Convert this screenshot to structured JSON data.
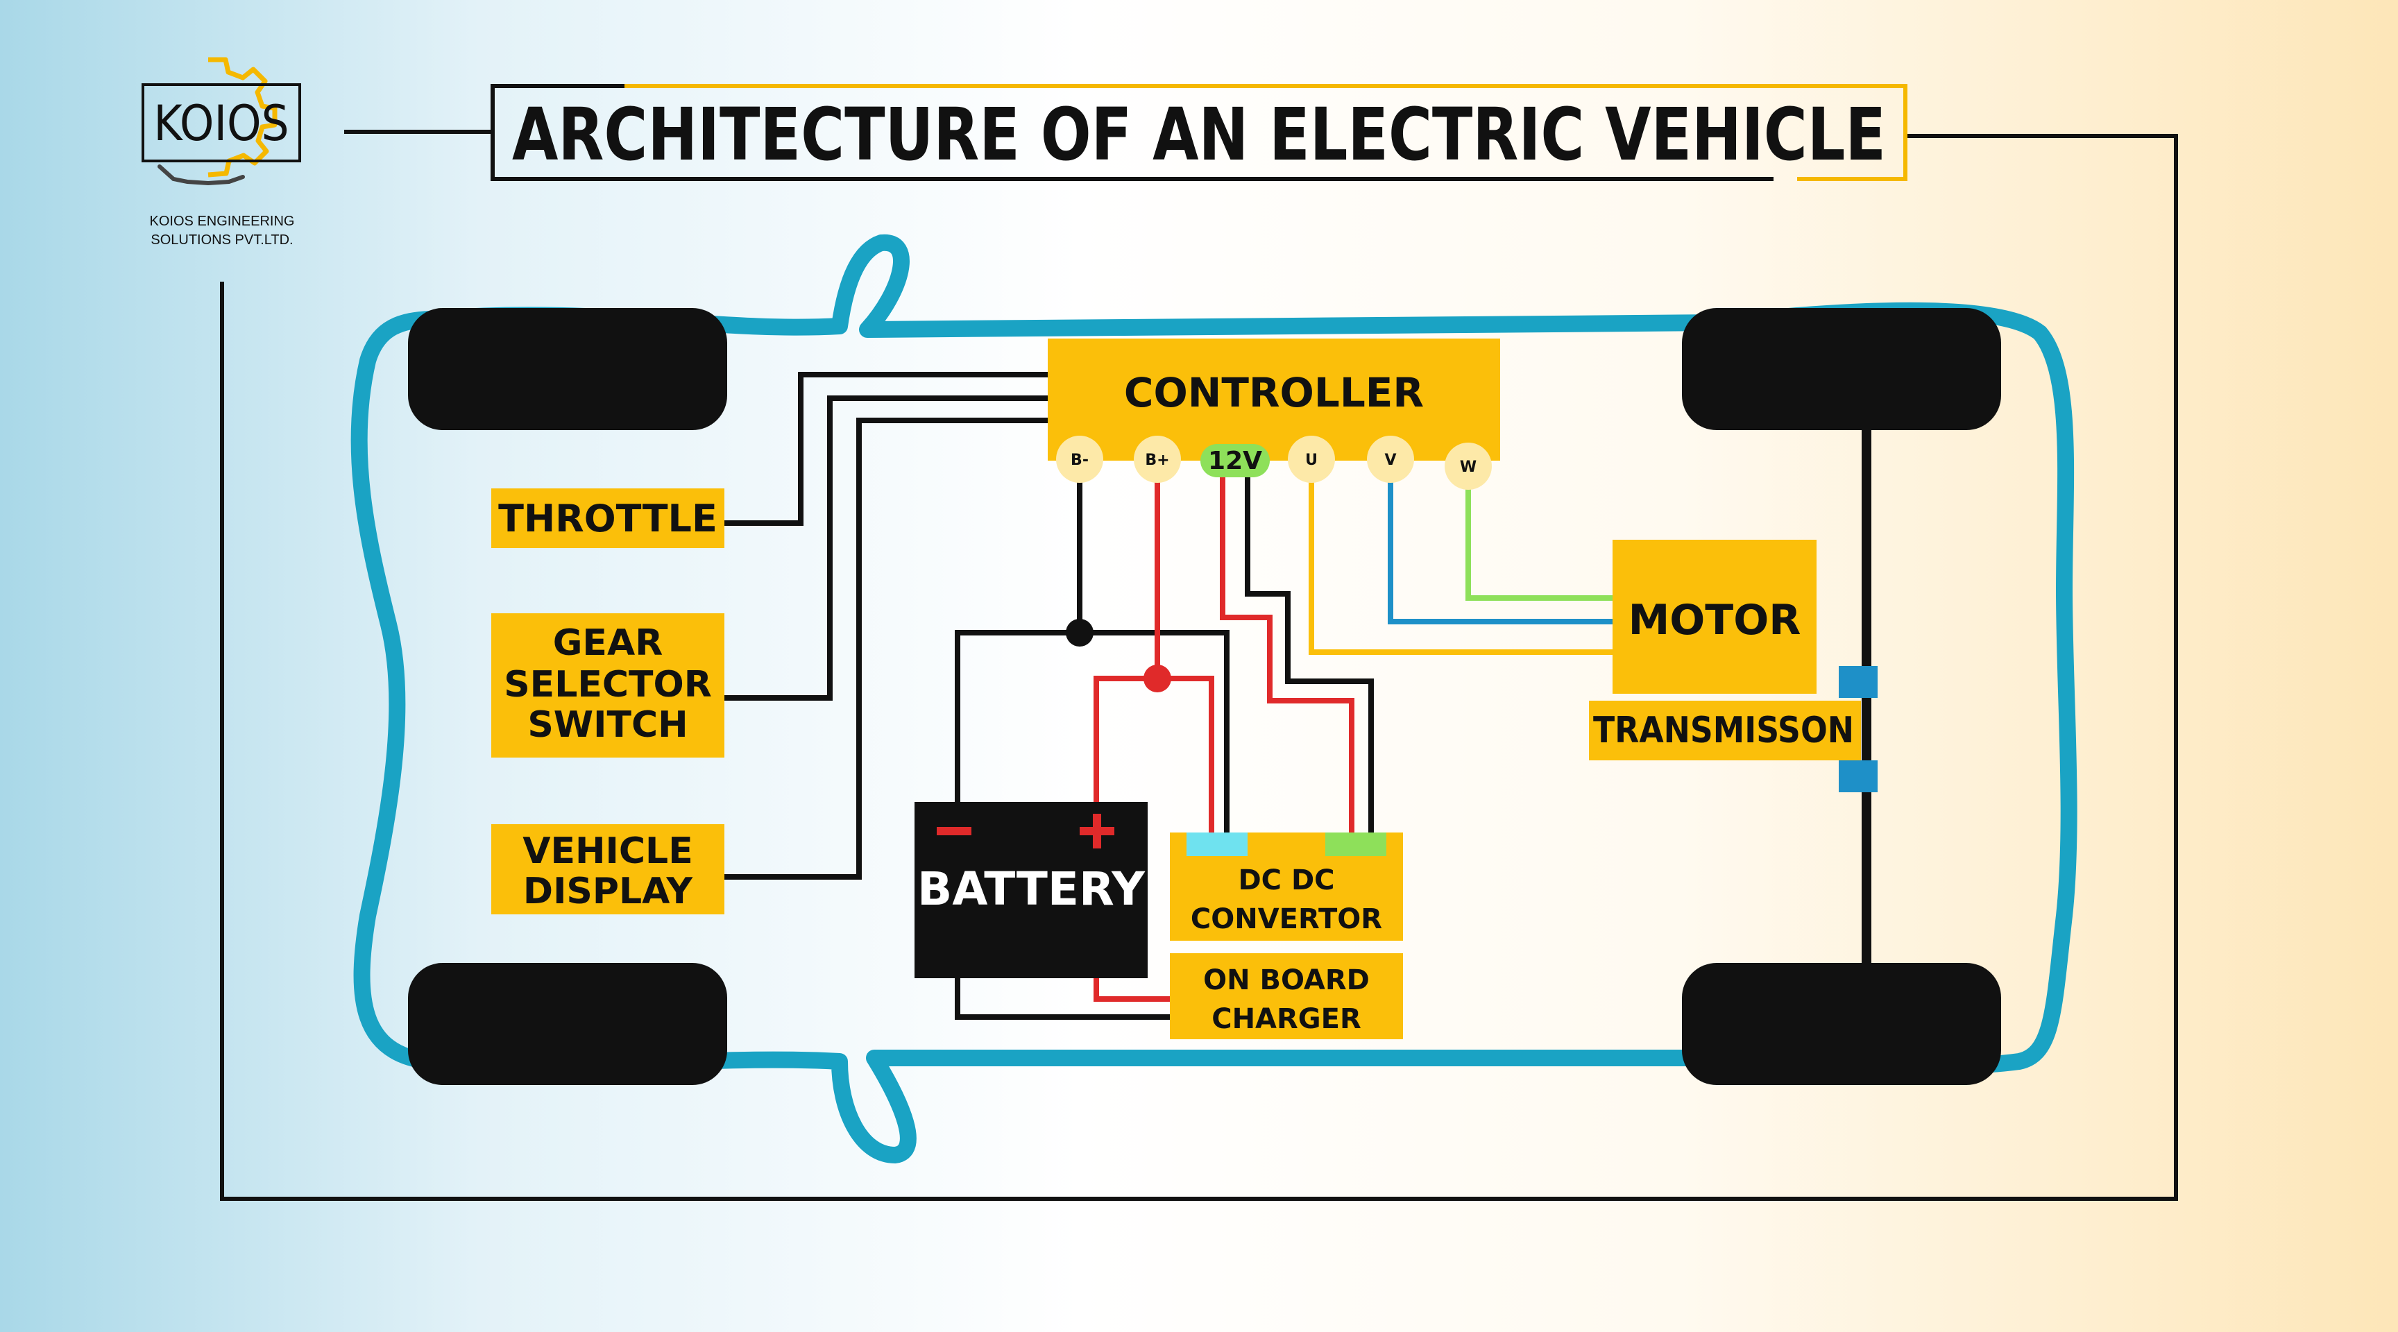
{
  "logo": {
    "wordmark": "KOIOS",
    "company": "KOIOS ENGINEERING",
    "company_line2": "SOLUTIONS PVT.LTD."
  },
  "title": "ARCHITECTURE OF AN ELECTRIC VEHICLE",
  "components": {
    "controller": "CONTROLLER",
    "throttle": "THROTTLE",
    "gear_line1": "GEAR",
    "gear_line2": "SELECTOR",
    "gear_line3": "SWITCH",
    "display_line1": "VEHICLE",
    "display_line2": "DISPLAY",
    "battery": "BATTERY",
    "battery_minus": "−",
    "battery_plus": "+",
    "dcdc_line1": "DC DC",
    "dcdc_line2": "CONVERTOR",
    "charger_line1": "ON BOARD",
    "charger_line2": "CHARGER",
    "motor": "MOTOR",
    "transmission": "TRANSMISSON"
  },
  "terminals": {
    "b_minus": "B-",
    "b_plus": "B+",
    "v12": "12V",
    "u": "U",
    "v": "V",
    "w": "W"
  },
  "colors": {
    "box_fill": "#fbbf0a",
    "car_outline": "#1aa3c4",
    "wheel": "#111111",
    "wire_black": "#111111",
    "wire_red": "#e02a2a",
    "wire_yellow": "#fbbf0a",
    "wire_blue": "#1e90c8",
    "wire_green": "#8ee05a",
    "terminal_fill": "#fde9a8",
    "terminal_12v": "#8ee05a",
    "dcdc_left_tab": "#6fe2ef",
    "dcdc_right_tab": "#8ee05a",
    "logo_accent": "#f5b800"
  }
}
